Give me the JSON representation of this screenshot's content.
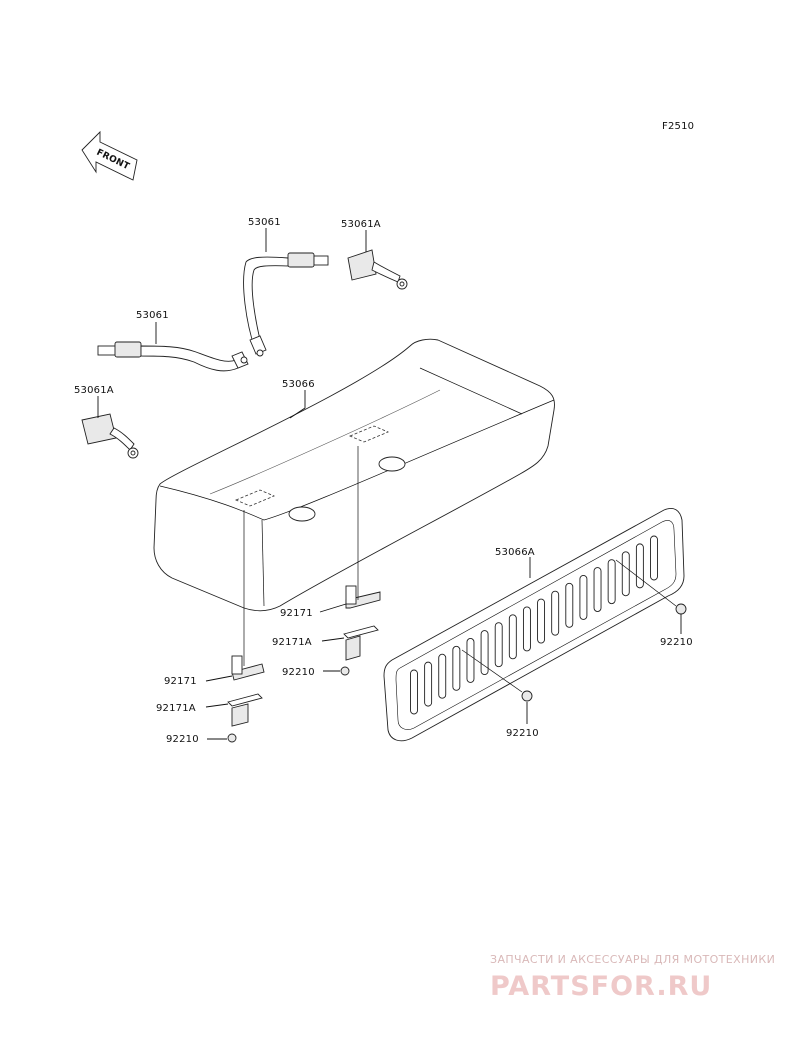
{
  "figure_code": "F2510",
  "front_arrow": {
    "text": "FRONT",
    "icon": "front-arrow-icon"
  },
  "callouts": [
    {
      "id": "belt-upper",
      "label": "53061"
    },
    {
      "id": "buckle-upper",
      "label": "53061A"
    },
    {
      "id": "belt-lower",
      "label": "53061"
    },
    {
      "id": "buckle-lower",
      "label": "53061A"
    },
    {
      "id": "seat",
      "label": "53066"
    },
    {
      "id": "backrest",
      "label": "53066A"
    },
    {
      "id": "bracket-right",
      "label": "92171"
    },
    {
      "id": "bracket-a-right",
      "label": "92171A"
    },
    {
      "id": "nut-mid",
      "label": "92210"
    },
    {
      "id": "bracket-left",
      "label": "92171"
    },
    {
      "id": "bracket-a-left",
      "label": "92171A"
    },
    {
      "id": "nut-left",
      "label": "92210"
    },
    {
      "id": "nut-backrest-right",
      "label": "92210"
    },
    {
      "id": "nut-backrest-left",
      "label": "92210"
    }
  ],
  "watermark": {
    "line1": "ЗАПЧАСТИ И АКСЕССУАРЫ ДЛЯ МОТОТЕХНИКИ",
    "line2": "PARTSFOR.RU",
    "color": "#e8b9b9"
  }
}
